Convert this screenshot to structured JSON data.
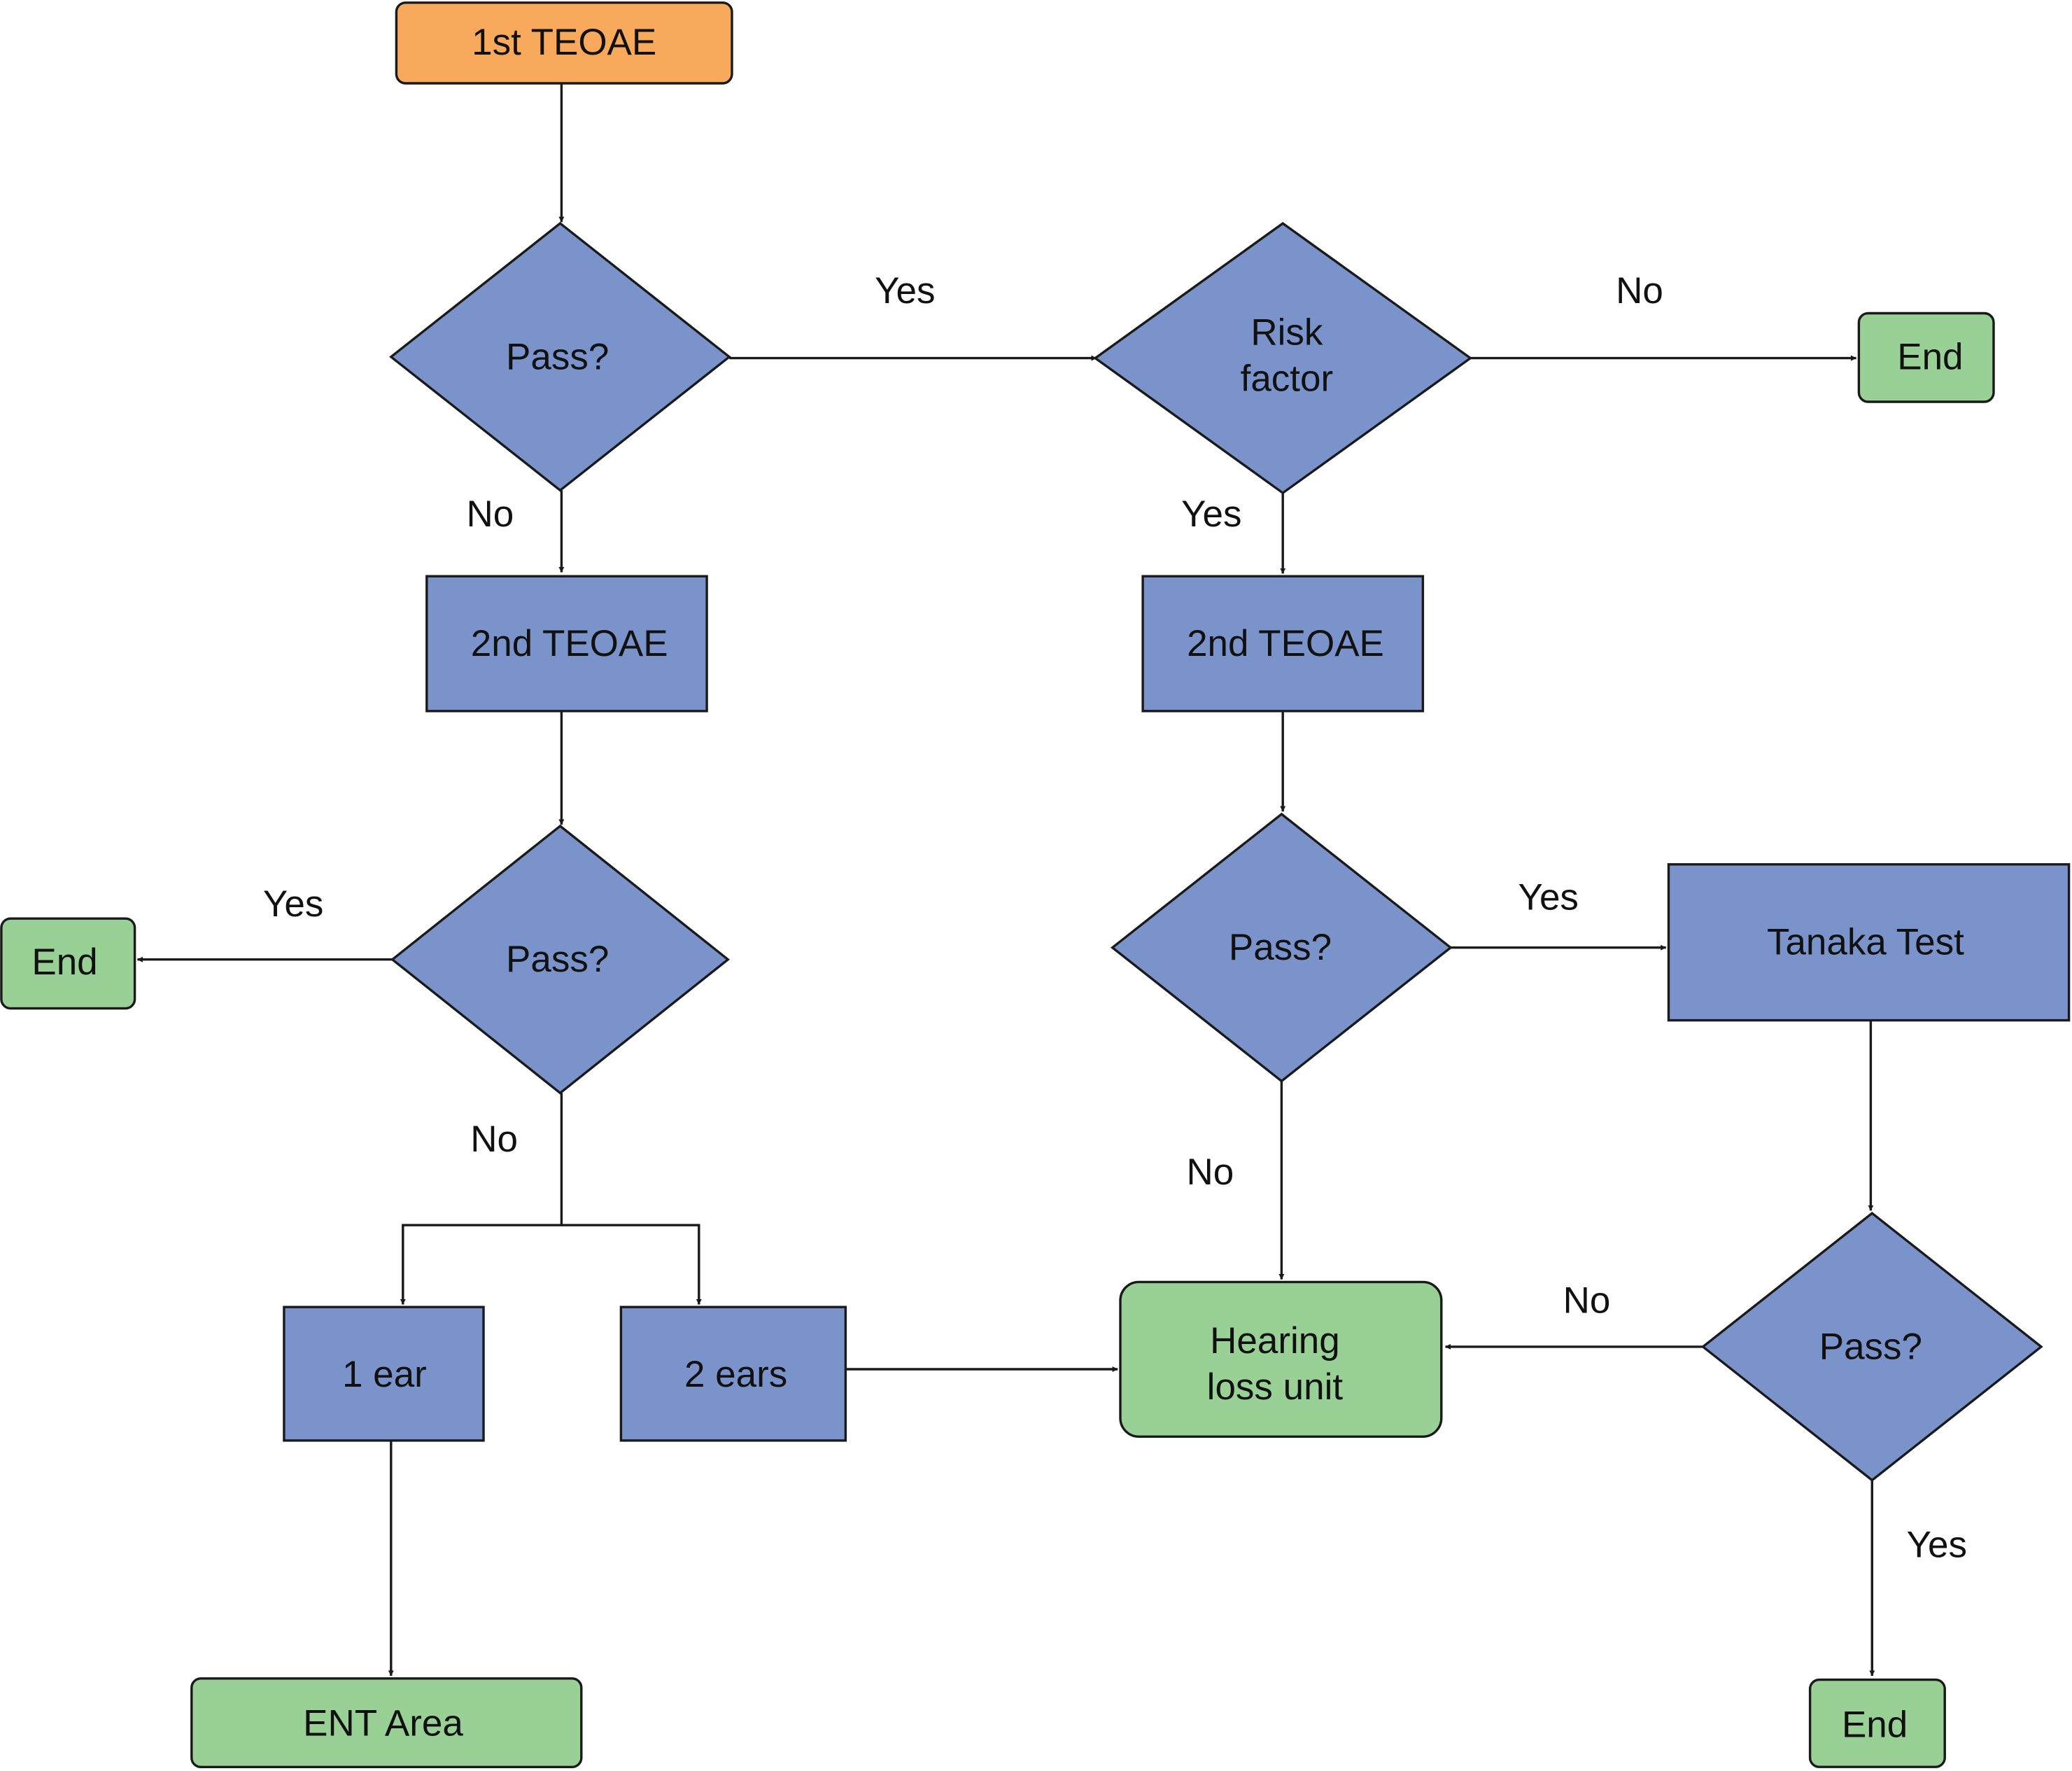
{
  "colors": {
    "start": "#F9A95C",
    "process": "#7A93CB",
    "terminal": "#98D096",
    "line": "#1a1a1a"
  },
  "nodes": {
    "start": {
      "lines": [
        "1st TEOAE"
      ],
      "kind": "start"
    },
    "pass1": {
      "lines": [
        "Pass?"
      ],
      "kind": "process"
    },
    "risk": {
      "lines": [
        "Risk",
        "factor"
      ],
      "kind": "process"
    },
    "end_top": {
      "lines": [
        "End"
      ],
      "kind": "terminal"
    },
    "teoae2_left": {
      "lines": [
        "2nd TEOAE"
      ],
      "kind": "process"
    },
    "teoae2_right": {
      "lines": [
        "2nd TEOAE"
      ],
      "kind": "process"
    },
    "pass2_left": {
      "lines": [
        "Pass?"
      ],
      "kind": "process"
    },
    "end_left": {
      "lines": [
        "End"
      ],
      "kind": "terminal"
    },
    "pass2_right": {
      "lines": [
        "Pass?"
      ],
      "kind": "process"
    },
    "tanaka": {
      "lines": [
        "Tanaka Test"
      ],
      "kind": "process"
    },
    "one_ear": {
      "lines": [
        "1 ear"
      ],
      "kind": "process"
    },
    "two_ears": {
      "lines": [
        "2 ears"
      ],
      "kind": "process"
    },
    "hearing": {
      "lines": [
        "Hearing",
        "loss unit"
      ],
      "kind": "terminal"
    },
    "pass3": {
      "lines": [
        "Pass?"
      ],
      "kind": "process"
    },
    "ent": {
      "lines": [
        "ENT Area"
      ],
      "kind": "terminal"
    },
    "end_bottom": {
      "lines": [
        "End"
      ],
      "kind": "terminal"
    }
  },
  "edges": [
    {
      "from": "start",
      "to": "pass1",
      "label": ""
    },
    {
      "from": "pass1",
      "to": "risk",
      "label": "Yes"
    },
    {
      "from": "pass1",
      "to": "teoae2_left",
      "label": "No"
    },
    {
      "from": "risk",
      "to": "end_top",
      "label": "No"
    },
    {
      "from": "risk",
      "to": "teoae2_right",
      "label": "Yes"
    },
    {
      "from": "teoae2_left",
      "to": "pass2_left",
      "label": ""
    },
    {
      "from": "pass2_left",
      "to": "end_left",
      "label": "Yes"
    },
    {
      "from": "pass2_left",
      "to": "one_ear",
      "label": "No"
    },
    {
      "from": "pass2_left",
      "to": "two_ears",
      "label": ""
    },
    {
      "from": "teoae2_right",
      "to": "pass2_right",
      "label": ""
    },
    {
      "from": "pass2_right",
      "to": "tanaka",
      "label": "Yes"
    },
    {
      "from": "pass2_right",
      "to": "hearing",
      "label": "No"
    },
    {
      "from": "tanaka",
      "to": "pass3",
      "label": ""
    },
    {
      "from": "pass3",
      "to": "hearing",
      "label": "No"
    },
    {
      "from": "pass3",
      "to": "end_bottom",
      "label": "Yes"
    },
    {
      "from": "two_ears",
      "to": "hearing",
      "label": ""
    },
    {
      "from": "one_ear",
      "to": "ent",
      "label": ""
    }
  ]
}
